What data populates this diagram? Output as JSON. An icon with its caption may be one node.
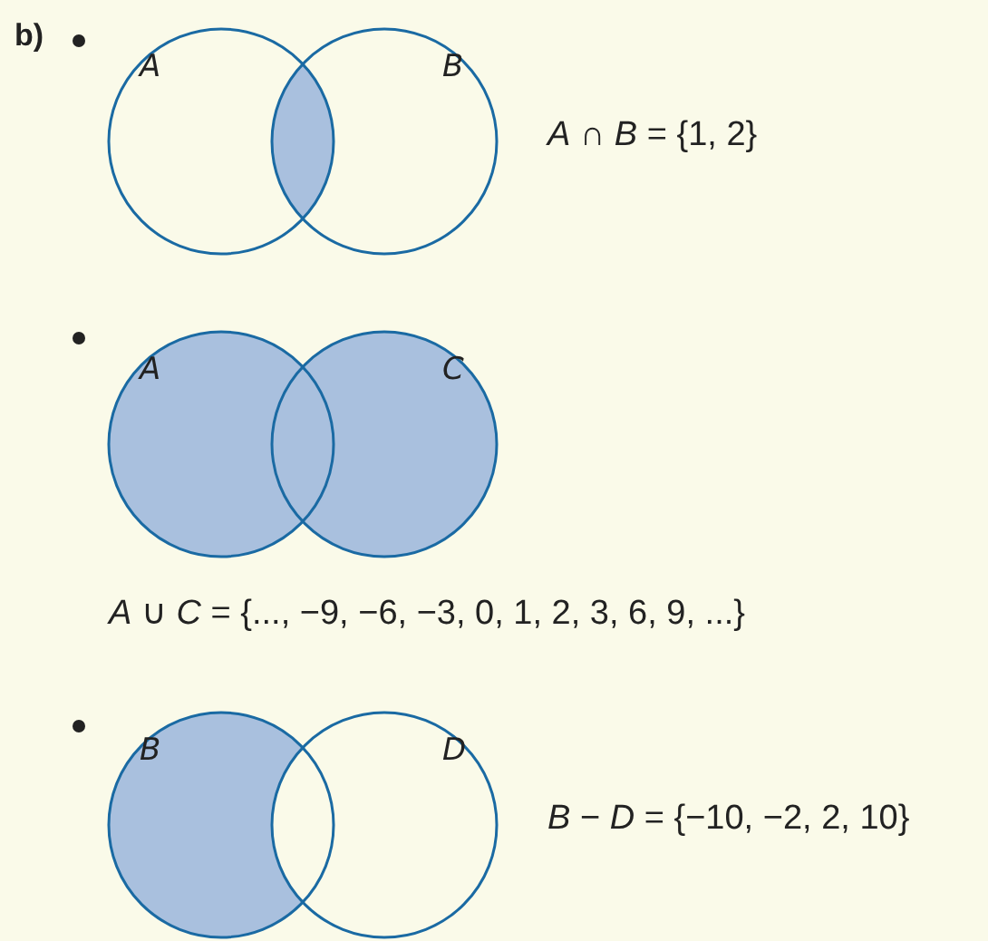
{
  "diagram": {
    "nodes": [
      {
        "text": [
          "A"
        ]
      },
      {
        "text": [
          "B"
        ]
      },
      {
        "text": [
          "A"
        ]
      },
      {
        "text": [
          "C"
        ]
      },
      {
        "text": [
          "B"
        ]
      },
      {
        "text": [
          "D"
        ]
      }
    ],
    "labels": [
      "b)",
      "*A* ∩ *B* = {1, 2}",
      "*A* ∪ *C* = {..., −9, −6, −3, 0, 1, 2, 3, 6, 9, ...}",
      "*B* − *D* = {−10, −2, 2, 10}"
    ]
  }
}
